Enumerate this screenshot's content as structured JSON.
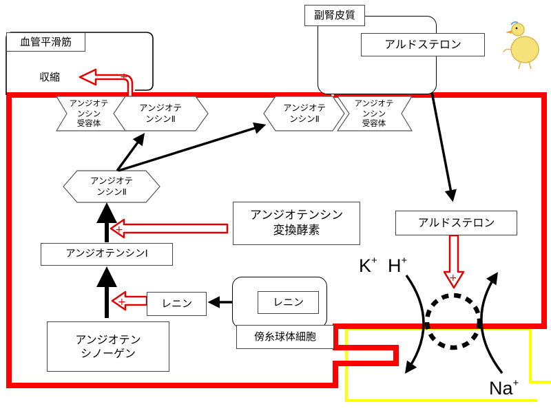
{
  "labels": {
    "vascular_smooth_muscle": "血管平滑筋",
    "contraction": "収縮",
    "adrenal_cortex": "副腎皮質",
    "aldosterone_top": "アルドステロン",
    "aldosterone_mid": "アルドステロン",
    "receptor_left": "アンジオテ\nンシン\n受容体",
    "ang2_left_hex": "アンジオテ\nンシンⅡ",
    "ang2_right_hex": "アンジオテ\nンシンⅡ",
    "receptor_right": "アンジオテ\nンシン\n受容体",
    "ang2_mid_hex": "アンジオテ\nンシンⅡ",
    "ace": "アンジオテンシン\n変換酵素",
    "ang1": "アンジオテンシンⅠ",
    "renin_left": "レニン",
    "renin_right": "レニン",
    "jg_cells": "傍糸球体細胞",
    "angiotensinogen": "アンジオテン\nシノーゲン",
    "plus_sign": "+"
  },
  "ions": {
    "k": "K",
    "k_charge": "+",
    "h": "H",
    "h_charge": "+",
    "na": "Na",
    "na_charge": "+"
  },
  "colors": {
    "cell_wall": "#ff0000",
    "tubule": "#ffff00",
    "stimulation_arrow": "#e00000",
    "flow_arrow": "#000000"
  }
}
